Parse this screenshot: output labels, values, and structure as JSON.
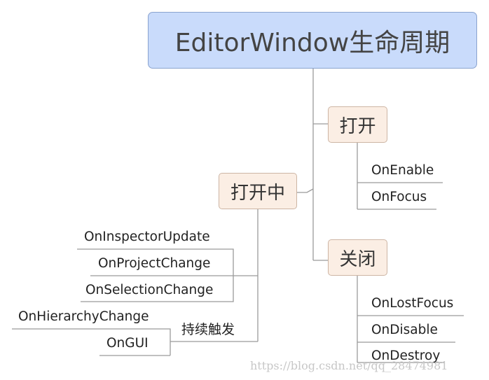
{
  "root": {
    "label": "EditorWindow生命周期"
  },
  "branches": {
    "open": {
      "label": "打开",
      "items": [
        "OnEnable",
        "OnFocus"
      ]
    },
    "while_open": {
      "label": "打开中",
      "items": [
        "OnInspectorUpdate",
        "OnProjectChange",
        "OnSelectionChange"
      ],
      "continuous": {
        "label": "持续触发",
        "items": [
          "OnHierarchyChange",
          "OnGUI"
        ]
      }
    },
    "close": {
      "label": "关闭",
      "items": [
        "OnLostFocus",
        "OnDisable",
        "OnDestroy"
      ]
    }
  },
  "watermark": "https://blog.csdn.net/qq_28474981",
  "colors": {
    "root_fill": "#c9dbfb",
    "node_fill": "#fbeee4",
    "line": "#9a9a9a"
  }
}
